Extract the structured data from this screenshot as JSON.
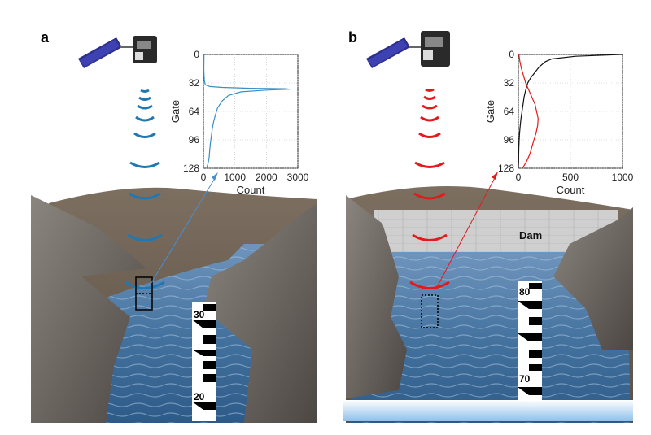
{
  "panels": [
    {
      "label": "a",
      "wave_color": "#1f77b4",
      "gauge_labels": [
        "30",
        "20"
      ],
      "dam_label": ""
    },
    {
      "label": "b",
      "wave_color": "#e31a1c",
      "gauge_labels": [
        "80",
        "70"
      ],
      "dam_label": "Dam"
    }
  ],
  "chart_data": [
    {
      "type": "line",
      "xlabel": "Count",
      "ylabel": "Gate",
      "xticks": [
        "0",
        "1000",
        "2000",
        "3000"
      ],
      "yticks": [
        "0",
        "32",
        "64",
        "96",
        "128"
      ],
      "xlim": [
        0,
        3000
      ],
      "ylim": [
        128,
        0
      ],
      "grid": true,
      "series": [
        {
          "color": "#3b8ec4",
          "points": [
            [
              18,
              0
            ],
            [
              15,
              8
            ],
            [
              14,
              16
            ],
            [
              20,
              24
            ],
            [
              30,
              30
            ],
            [
              60,
              34
            ],
            [
              200,
              36
            ],
            [
              600,
              37
            ],
            [
              1500,
              38
            ],
            [
              2600,
              38.5
            ],
            [
              2750,
              39
            ],
            [
              2000,
              40
            ],
            [
              1200,
              42
            ],
            [
              800,
              46
            ],
            [
              600,
              52
            ],
            [
              450,
              60
            ],
            [
              380,
              68
            ],
            [
              320,
              76
            ],
            [
              280,
              84
            ],
            [
              250,
              92
            ],
            [
              220,
              100
            ],
            [
              200,
              108
            ],
            [
              180,
              116
            ],
            [
              150,
              122
            ],
            [
              100,
              128
            ]
          ]
        }
      ]
    },
    {
      "type": "line",
      "xlabel": "Count",
      "ylabel": "Gate",
      "xticks": [
        "0",
        "500",
        "1000"
      ],
      "yticks": [
        "0",
        "32",
        "64",
        "96",
        "128"
      ],
      "xlim": [
        0,
        1000
      ],
      "ylim": [
        128,
        0
      ],
      "grid": true,
      "series": [
        {
          "color": "#111111",
          "points": [
            [
              1000,
              0
            ],
            [
              550,
              2
            ],
            [
              320,
              5
            ],
            [
              260,
              8
            ],
            [
              200,
              14
            ],
            [
              160,
              20
            ],
            [
              120,
              26
            ],
            [
              90,
              32
            ],
            [
              70,
              40
            ],
            [
              55,
              48
            ],
            [
              45,
              56
            ],
            [
              35,
              64
            ],
            [
              25,
              72
            ],
            [
              18,
              80
            ],
            [
              12,
              88
            ],
            [
              8,
              96
            ],
            [
              5,
              104
            ],
            [
              3,
              112
            ],
            [
              2,
              120
            ],
            [
              0,
              128
            ]
          ]
        },
        {
          "color": "#e31a1c",
          "points": [
            [
              5,
              0
            ],
            [
              15,
              8
            ],
            [
              30,
              16
            ],
            [
              50,
              24
            ],
            [
              70,
              32
            ],
            [
              100,
              40
            ],
            [
              130,
              48
            ],
            [
              160,
              56
            ],
            [
              175,
              64
            ],
            [
              190,
              72
            ],
            [
              185,
              80
            ],
            [
              170,
              88
            ],
            [
              150,
              96
            ],
            [
              130,
              104
            ],
            [
              110,
              112
            ],
            [
              80,
              120
            ],
            [
              40,
              128
            ]
          ]
        }
      ]
    }
  ]
}
